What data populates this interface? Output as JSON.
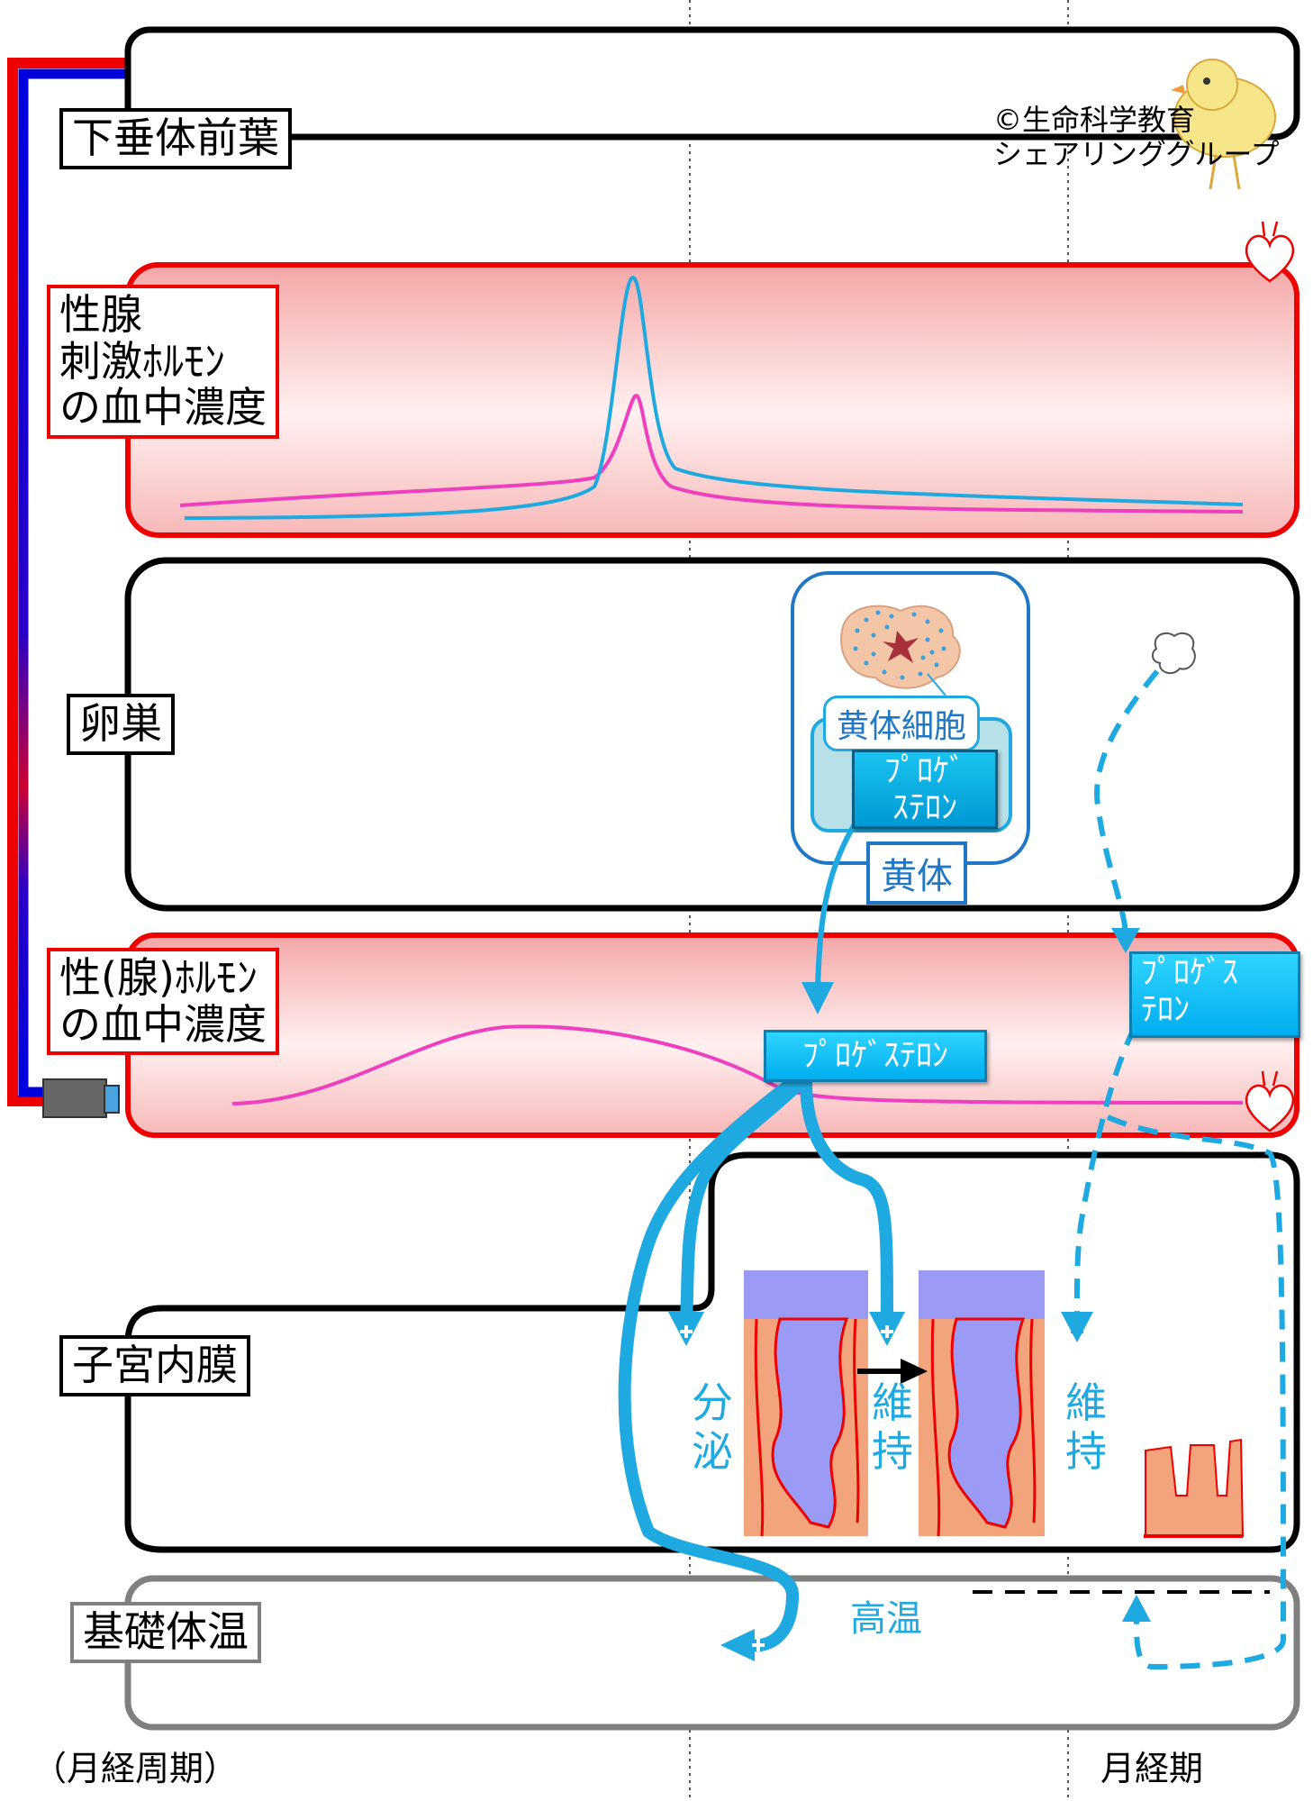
{
  "credit": {
    "line1": "©生命科学教育",
    "line2": "シェアリンググループ"
  },
  "labels": {
    "pituitary": "下垂体前葉",
    "gonadotropin_1": "性腺",
    "gonadotropin_2": "刺激ﾎﾙﾓﾝ",
    "gonadotropin_3": "の血中濃度",
    "ovary": "卵巣",
    "sex_hormone_1": "性(腺)ﾎﾙﾓﾝ",
    "sex_hormone_2": "の血中濃度",
    "endometrium": "子宮内膜",
    "body_temp": "基礎体温"
  },
  "ovary_panel": {
    "luteal_cell_label": "黄体細胞",
    "progesterone_1": "ﾌﾟﾛｹﾞ",
    "progesterone_2": "ｽﾃﾛﾝ",
    "corpus_luteum": "黄体"
  },
  "progesterone_tags": {
    "center": "ﾌﾟﾛｹﾞｽﾃﾛﾝ",
    "right_1": "ﾌﾟﾛｹﾞｽ",
    "right_2": "ﾃﾛﾝ"
  },
  "effects": {
    "secretion_1": "分",
    "secretion_2": "泌",
    "maintain_a_1": "維",
    "maintain_a_2": "持",
    "maintain_b_1": "維",
    "maintain_b_2": "持",
    "high_temp": "高温"
  },
  "footer": {
    "cycle": "（月経周期）",
    "menses": "月経期"
  },
  "colors": {
    "hormone_blue": "#1ea9e1",
    "hormone_magenta": "#ee3fbf",
    "blood_red": "#ee0000",
    "vessel_blue": "#0000dd",
    "endometrium_tissue": "#f2a47c",
    "endometrium_gland": "#9b9bf5"
  },
  "icons": [
    "heart-icon",
    "chick-icon",
    "camera-icon",
    "egg-cell-icon",
    "corpus-luteum-cell-icon",
    "arrow-right-icon"
  ]
}
